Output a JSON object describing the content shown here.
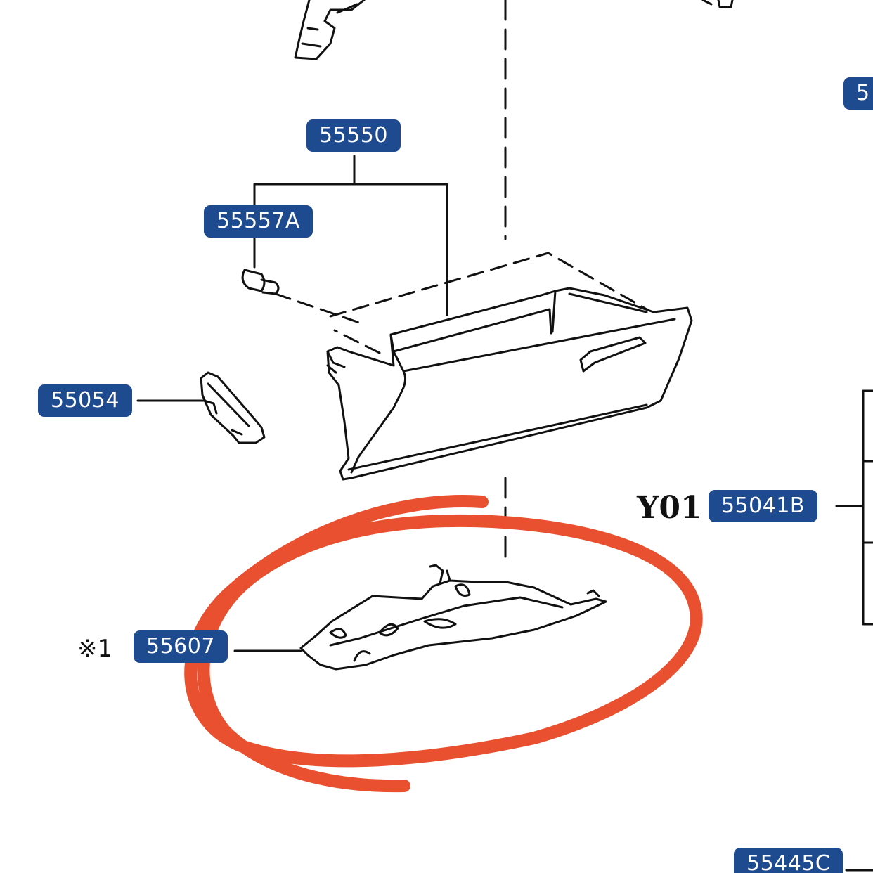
{
  "colors": {
    "callout_bg": "#1e4a8f",
    "callout_text": "#ffffff",
    "line_art": "#111111",
    "highlight_circle": "#e8502f"
  },
  "callouts": {
    "part_55550": "55550",
    "part_55557a": "55557A",
    "part_55054": "55054",
    "part_55041b": "55041B",
    "part_55607": "55607",
    "part_55445c": "55445C",
    "part_cropped_right": "5"
  },
  "labels": {
    "variant_code": "Y01",
    "note_marker": "※1"
  },
  "icons": {
    "glove_box": "glove-box-icon",
    "hinge": "hinge-icon",
    "stopper": "stopper-icon",
    "bracket": "bracket-icon",
    "door_panel": "door-panel-icon",
    "circle": "highlight-circle-icon"
  }
}
